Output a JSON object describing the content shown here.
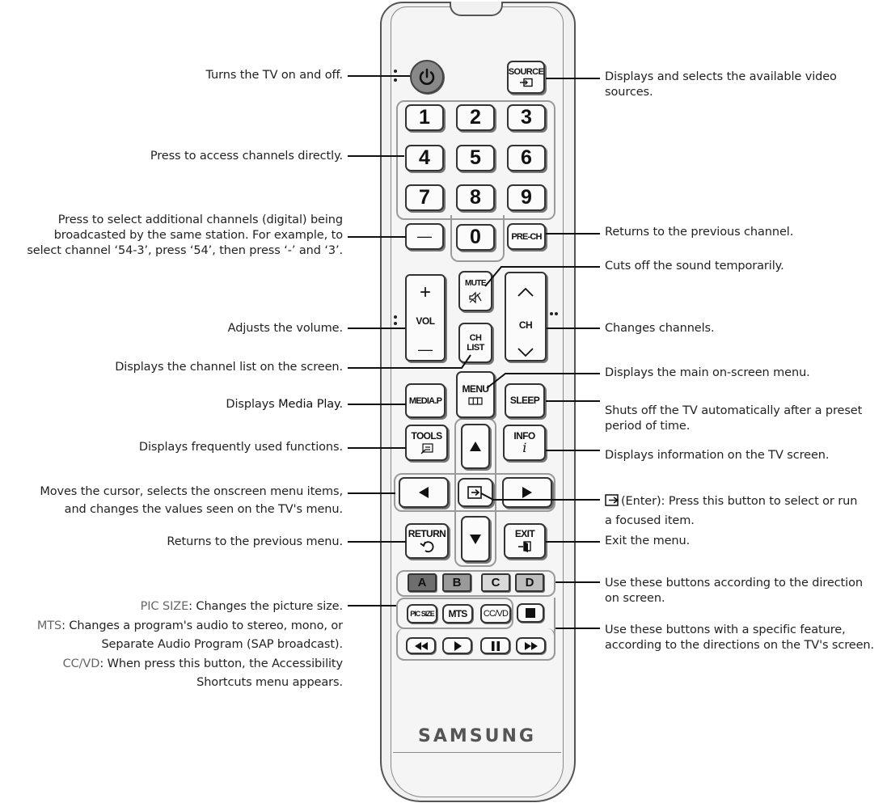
{
  "remote": {
    "brand": "SAMSUNG",
    "buttons": {
      "power_icon": "power-icon",
      "source": "SOURCE",
      "digits": [
        "1",
        "2",
        "3",
        "4",
        "5",
        "6",
        "7",
        "8",
        "9",
        "0"
      ],
      "dash": "—",
      "prech": "PRE-CH",
      "mute": "MUTE",
      "vol_plus": "+",
      "vol": "VOL",
      "vol_minus": "—",
      "ch": "CH",
      "ch_list_1": "CH",
      "ch_list_2": "LIST",
      "menu": "MENU",
      "mediap": "MEDIA.P",
      "sleep": "SLEEP",
      "tools": "TOOLS",
      "info": "INFO",
      "info_glyph": "i",
      "return": "RETURN",
      "exit": "EXIT",
      "color_a": "A",
      "color_b": "B",
      "color_c": "C",
      "color_d": "D",
      "picsize": "PIC SIZE",
      "mts": "MTS",
      "ccvd": "CC/VD"
    }
  },
  "callouts": {
    "power": "Turns the TV on and off.",
    "direct": "Press to access channels directly.",
    "dash_1": "Press to select additional channels (digital) being",
    "dash_2": "broadcasted by the same station. For example, to",
    "dash_3": "select channel ‘54-3’, press ‘54’, then press ‘-’ and ‘3’.",
    "volume": "Adjusts the volume.",
    "chlist": "Displays the channel list on the screen.",
    "mediap_pre": "Displays ",
    "mediap_strong": "Media Play",
    "mediap_post": ".",
    "tools": "Displays frequently used functions.",
    "cursor_1": "Moves the cursor, selects the onscreen menu items,",
    "cursor_2": "and changes the values seen on the TV's menu.",
    "return": "Returns to the previous menu.",
    "picsize_key": "PIC SIZE",
    "picsize_text": ": Changes the picture size.",
    "mts_key": "MTS",
    "mts_text": ": Changes a program's audio to stereo, mono, or",
    "mts_text_2": "Separate Audio Program (SAP broadcast).",
    "ccvd_key": "CC/VD",
    "ccvd_text": ": When press this button, the Accessibility",
    "ccvd_text_2": "Shortcuts menu appears.",
    "source_1": "Displays and selects the available video",
    "source_2": "sources.",
    "prech": "Returns to the previous channel.",
    "mute": "Cuts off the sound temporarily.",
    "channels": "Changes channels.",
    "menu": "Displays the main on-screen menu.",
    "sleep_1": "Shuts off the TV automatically after a preset",
    "sleep_2": "period of time.",
    "info": "Displays information on the TV screen.",
    "enter_1": "(Enter): Press this button to select or run",
    "enter_2": "a focused item.",
    "exit": "Exit the menu.",
    "color_1": "Use these buttons according to the direction",
    "color_2": "on screen.",
    "feature_1": "Use these buttons with a specific feature,",
    "feature_2": "according to the directions on the TV's screen."
  },
  "colors": {
    "color_a": "#6e6e6e",
    "color_b": "#9a9a9a",
    "color_c": "#d8d8d8",
    "color_d": "#bdbdbd"
  }
}
